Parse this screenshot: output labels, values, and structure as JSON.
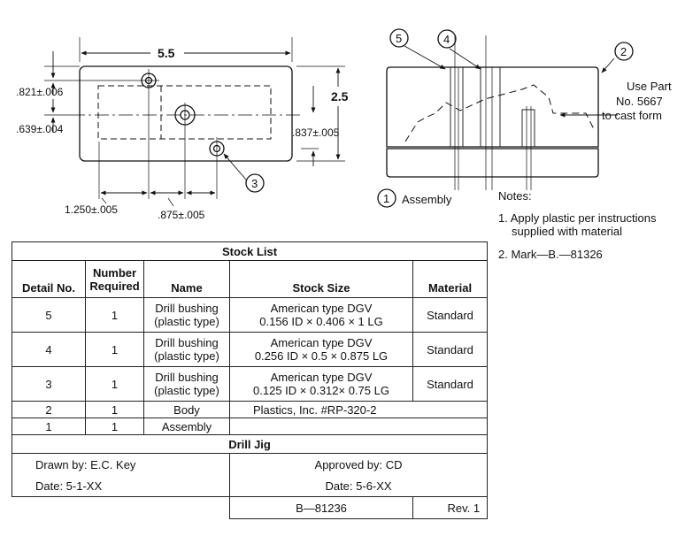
{
  "drawing": {
    "top_view": {
      "width": "5.5",
      "height": "2.5",
      "dim_821": ".821±.006",
      "dim_639": ".639±.004",
      "dim_837": ".837±.005",
      "dim_1250": "1.250±.005",
      "dim_875": ".875±.005",
      "callout_3": "3"
    },
    "side_view": {
      "callout_5": "5",
      "callout_4": "4",
      "callout_2": "2",
      "callout_1": "1",
      "assembly_label": "Assembly",
      "use_part": [
        "Use Part",
        "No. 5667",
        "to cast form"
      ]
    },
    "notes": {
      "title": "Notes:",
      "items": [
        [
          "1. Apply plastic per instructions",
          "supplied with material"
        ],
        [
          "2. Mark—B.—81326"
        ]
      ]
    }
  },
  "stock_list": {
    "title": "Stock List",
    "headers": [
      "Detail No.",
      "Number Required",
      "Name",
      "Stock Size",
      "Material"
    ],
    "rows": [
      {
        "detail": "5",
        "qty": "1",
        "name": [
          "Drill bushing",
          "(plastic type)"
        ],
        "size": [
          "American type DGV",
          "0.156 ID × 0.406 × 1 LG"
        ],
        "material": "Standard"
      },
      {
        "detail": "4",
        "qty": "1",
        "name": [
          "Drill bushing",
          "(plastic type)"
        ],
        "size": [
          "American type DGV",
          "0.256 ID × 0.5 × 0.875 LG"
        ],
        "material": "Standard"
      },
      {
        "detail": "3",
        "qty": "1",
        "name": [
          "Drill bushing",
          "(plastic type)"
        ],
        "size": [
          "American type DGV",
          "0.125 ID × 0.312× 0.75 LG"
        ],
        "material": "Standard"
      },
      {
        "detail": "2",
        "qty": "1",
        "name": [
          "Body"
        ],
        "size": [
          "Plastics, Inc. #RP-320-2"
        ],
        "material": ""
      },
      {
        "detail": "1",
        "qty": "1",
        "name": [
          "Assembly"
        ],
        "size": [
          ""
        ],
        "material": ""
      }
    ],
    "title_block": {
      "name": "Drill Jig",
      "drawn_by": "Drawn by: E.C. Key",
      "date_drawn": "Date: 5-1-XX",
      "approved_by": "Approved by: CD",
      "date_approved": "Date: 5-6-XX",
      "drawing_no": "B—81236",
      "rev": "Rev. 1"
    }
  }
}
